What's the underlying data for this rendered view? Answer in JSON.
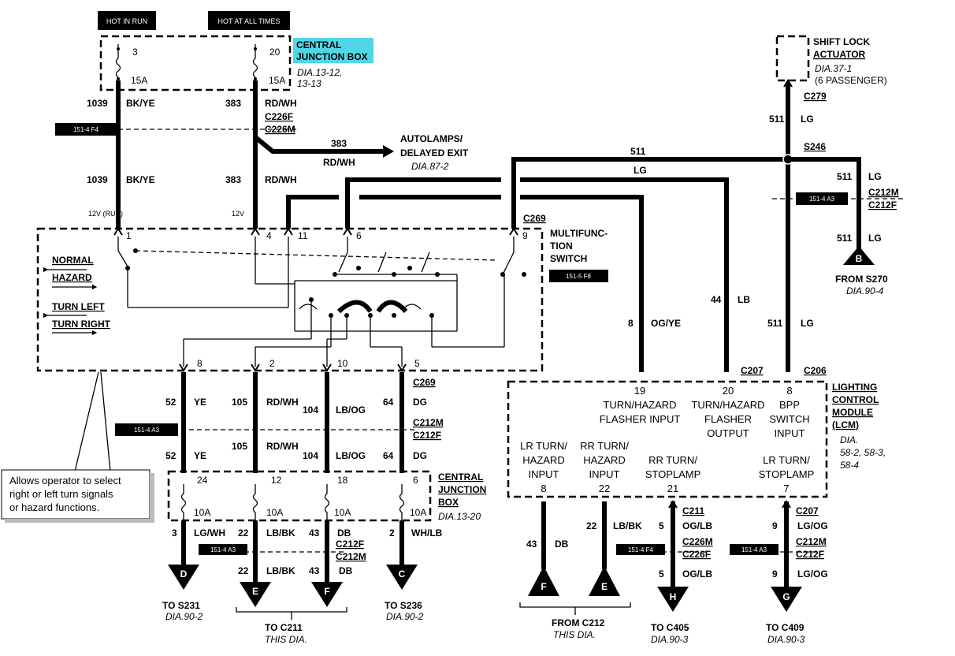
{
  "top_labels": {
    "hot_in_run": "HOT IN RUN",
    "hot_at_all_times": "HOT AT ALL TIMES"
  },
  "central_junction_box_top": {
    "title_line1": "CENTRAL",
    "title_line2": "JUNCTION BOX",
    "ref_line1": "DIA.13-12,",
    "ref_line2": "13-13",
    "fuse_left": {
      "number": "3",
      "rating": "15A"
    },
    "fuse_right": {
      "number": "20",
      "rating": "15A"
    }
  },
  "wires_left": {
    "c1039_a": "1039",
    "c1039_a_color": "BK/YE",
    "c1039_b": "1039",
    "c1039_b_color": "BK/YE",
    "c383_a": "383",
    "c383_a_color": "RD/WH",
    "c383_b": "383",
    "c383_b_color": "RD/WH",
    "conn_c226f": "C226F",
    "conn_c226m": "C226M",
    "ref_151_4_f4": "151-4 F4",
    "v12_run": "12V (RUN)",
    "v12": "12V"
  },
  "autolamps": {
    "circuit": "383",
    "color": "RD/WH",
    "line1": "AUTOLAMPS/",
    "line2": "DELAYED EXIT",
    "ref": "DIA.87-2"
  },
  "multifunction": {
    "title_line1": "MULTIFUNC-",
    "title_line2": "TION",
    "title_line3": "SWITCH",
    "connector": "C269",
    "ref": "151-5 F8",
    "pins_top": [
      "1",
      "4",
      "11",
      "6",
      "9"
    ],
    "pins_bottom": [
      "8",
      "2",
      "10",
      "5"
    ],
    "normal": "NORMAL",
    "hazard": "HAZARD",
    "turn_left": "TURN LEFT",
    "turn_right": "TURN RIGHT"
  },
  "callout": {
    "line1": "Allows operator to select",
    "line2": "right or left turn signals",
    "line3": "or hazard functions."
  },
  "lower_wires": {
    "conn_c269": "C269",
    "conn_c212m": "C212M",
    "conn_c212f": "C212F",
    "ref_151_4_a3": "151-4 A3",
    "w52": "52",
    "w52_color": "YE",
    "w105": "105",
    "w105_color": "RD/WH",
    "w104": "104",
    "w104_color": "LB/OG",
    "w64": "64",
    "w64_color": "DG"
  },
  "central_junction_box_bottom": {
    "title_line1": "CENTRAL",
    "title_line2": "JUNCTION",
    "title_line3": "BOX",
    "ref": "DIA.13-20",
    "fuses": [
      {
        "number": "24",
        "rating": "10A"
      },
      {
        "number": "12",
        "rating": "10A"
      },
      {
        "number": "18",
        "rating": "10A"
      },
      {
        "number": "6",
        "rating": "10A"
      }
    ]
  },
  "bottom_outputs": {
    "w3": "3",
    "w3_color": "LG/WH",
    "w22": "22",
    "w22_color": "LB/BK",
    "w43": "43",
    "w43_color": "DB",
    "w2": "2",
    "w2_color": "WH/LB",
    "conn_c212f": "C212F",
    "conn_c212m": "C212M",
    "ref_151_4_a3": "151-4 A3",
    "w22b": "22",
    "w22b_color": "LB/BK",
    "w43b": "43",
    "w43b_color": "DB",
    "D": "D",
    "E": "E",
    "F": "F",
    "C": "C",
    "to_s231": "TO S231",
    "to_s231_ref": "DIA.90-2",
    "to_c211": "TO C211",
    "to_c211_ref": "THIS DIA.",
    "to_s236": "TO S236",
    "to_s236_ref": "DIA.90-2"
  },
  "shift_lock": {
    "title_line1": "SHIFT LOCK",
    "title_line2": "ACTUATOR",
    "ref": "DIA.37-1",
    "note": "(6 PASSENGER)",
    "connector": "C279"
  },
  "right_wires": {
    "w511_a": "511",
    "w511_a_color": "LG",
    "splice": "S246",
    "w511_top": "511",
    "w511_top_color": "LG",
    "w511_b": "511",
    "w511_b_color": "LG",
    "conn_c212m": "C212M",
    "conn_c212f": "C212F",
    "ref_151_4_a3": "151-4 A3",
    "w511_c": "511",
    "w511_c_color": "LG",
    "B": "B",
    "from_s270": "FROM S270",
    "from_s270_ref": "DIA.90-4",
    "w8": "8",
    "w8_color": "OG/YE",
    "w44": "44",
    "w44_color": "LB",
    "w511_d": "511",
    "w511_d_color": "LG",
    "conn_c207": "C207",
    "conn_c206": "C206"
  },
  "lcm": {
    "title_line1": "LIGHTING",
    "title_line2": "CONTROL",
    "title_line3": "MODULE",
    "title_line4": "(LCM)",
    "ref_line1": "DIA.",
    "ref_line2": "58-2, 58-3,",
    "ref_line3": "58-4",
    "pin19": "19",
    "pin19_l1": "TURN/HAZARD",
    "pin19_l2": "FLASHER INPUT",
    "pin20": "20",
    "pin20_l1": "TURN/HAZARD",
    "pin20_l2": "FLASHER",
    "pin20_l3": "OUTPUT",
    "pin8t": "8",
    "pin8t_l1": "BPP",
    "pin8t_l2": "SWITCH",
    "pin8t_l3": "INPUT",
    "pin8": "8",
    "pin8_l1": "LR TURN/",
    "pin8_l2": "HAZARD",
    "pin8_l3": "INPUT",
    "pin22": "22",
    "pin22_l1": "RR TURN/",
    "pin22_l2": "HAZARD",
    "pin22_l3": "INPUT",
    "pin21": "21",
    "pin21_l1": "RR TURN/",
    "pin21_l2": "STOPLAMP",
    "pin7": "7",
    "pin7_l1": "LR TURN/",
    "pin7_l2": "STOPLAMP"
  },
  "lcm_outputs": {
    "w43": "43",
    "w43_color": "DB",
    "w22": "22",
    "w22_color": "LB/BK",
    "w5a": "5",
    "w5a_color": "OG/LB",
    "conn_c211": "C211",
    "conn_c226m": "C226M",
    "conn_c226f": "C226F",
    "ref_151_4_f4": "151-4 F4",
    "w5b": "5",
    "w5b_color": "OG/LB",
    "w9a": "9",
    "w9a_color": "LG/OG",
    "conn_c207": "C207",
    "conn_c212m": "C212M",
    "conn_c212f": "C212F",
    "ref_151_4_a3": "151-4 A3",
    "w9b": "9",
    "w9b_color": "LG/OG",
    "F": "F",
    "E": "E",
    "H": "H",
    "G": "G",
    "from_c212": "FROM C212",
    "from_c212_ref": "THIS DIA.",
    "to_c405": "TO C405",
    "to_c405_ref": "DIA.90-3",
    "to_c409": "TO C409",
    "to_c409_ref": "DIA.90-3"
  }
}
